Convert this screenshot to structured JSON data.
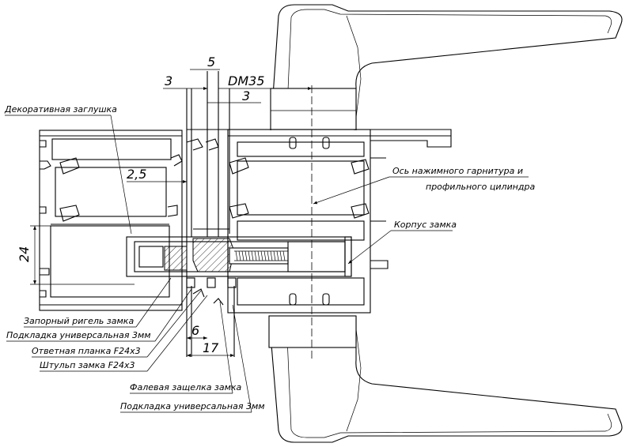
{
  "labels": {
    "decorative_plug": "Декоративная заглушка",
    "handle_axis_line1": "Ось нажимного гарнитура и",
    "handle_axis_line2": "профильного цилиндра",
    "lock_body": "Корпус замка",
    "lock_bolt": "Запорный ригель замка",
    "universal_pad_top": "Подкладка универсальная 3мм",
    "strike_plate": "Ответная планка F24x3",
    "faceplate": "Штульп замка F24x3",
    "latch": "Фалевая защелка замка",
    "universal_pad_bottom": "Подкладка универсальная 3мм"
  },
  "dimensions": {
    "d5": "5",
    "d3_top": "3",
    "dm35": "DM35",
    "d3_inner": "3",
    "d2_5": "2,5",
    "d24": "24",
    "d6": "6",
    "d17": "17"
  }
}
